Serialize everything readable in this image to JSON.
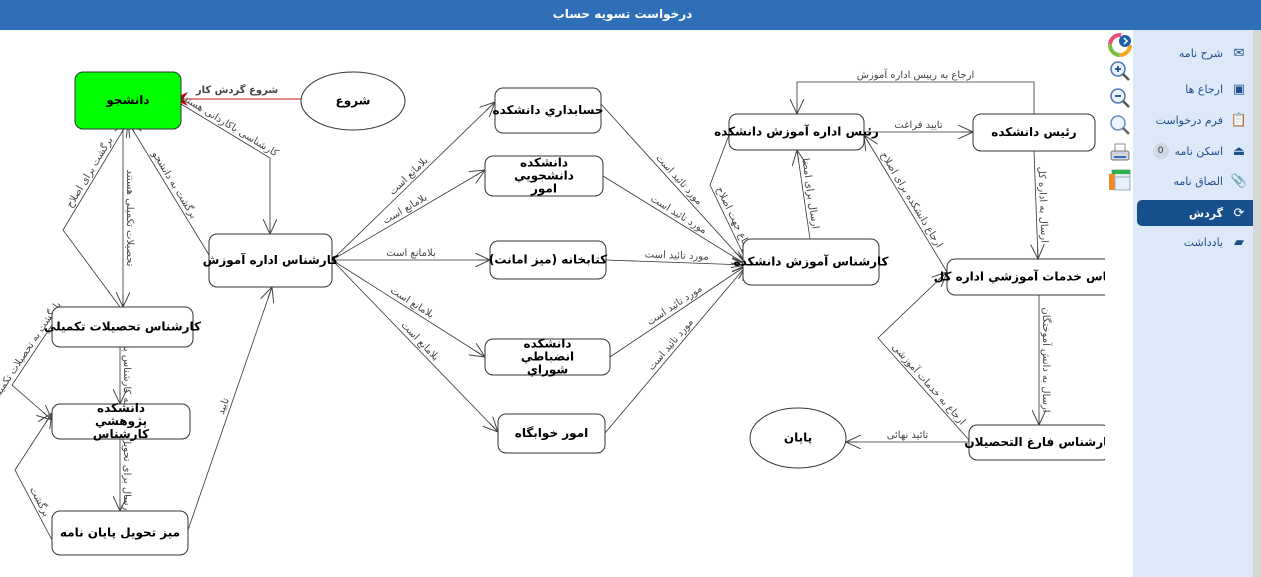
{
  "header": {
    "title": "درخواست تسویه حساب"
  },
  "sidebar": {
    "items": [
      {
        "label": "شرح نامه",
        "icon": "envelope-icon"
      },
      {
        "label": "ارجاع ها",
        "icon": "inbox-icon"
      },
      {
        "label": "فرم درخواست",
        "icon": "clipboard-icon"
      },
      {
        "label": "اسکن نامه",
        "icon": "scanner-icon",
        "badge": "0"
      },
      {
        "label": "الصاق نامه",
        "icon": "paperclip-icon"
      },
      {
        "label": "گردش",
        "icon": "refresh-icon",
        "active": true
      },
      {
        "label": "یادداشت",
        "icon": "note-icon"
      }
    ]
  },
  "toolbar": [
    "logo-icon",
    "zoom-in-icon",
    "zoom-out-icon",
    "zoom-fit-icon",
    "print-icon",
    "window-icon"
  ],
  "colors": {
    "header": "#2f6fb8",
    "active": "#174f8c",
    "start_node": "#00ff00",
    "start_edge": "#c00000"
  },
  "nodes": {
    "student": "دانشجو",
    "start": "شروع",
    "edu_expert": "کارشناس اداره آموزش",
    "accounting": "حسابداري دانشکده",
    "student_affairs": [
      "دانشکده",
      "دانشجويي",
      "امور"
    ],
    "library": "کتابخانه (میز امانت)",
    "discipline": [
      "دانشکده",
      "انضباطي",
      "شوراي"
    ],
    "dorm": "امور خوابگاه",
    "edu_head": "رئیس اداره آموزش دانشکده",
    "faculty_edu_expert": "کارشناس آموزش دانشکده",
    "dean": "رئیس دانشکده",
    "general_services": "کارشناس خدمات آموزشي اداره کل",
    "graduates": "کارشناس فارغ التحصیلان",
    "end": "پایان",
    "grad_studies": "کارشناس تحصیلات تکمیلي",
    "research": [
      "دانشکده",
      "پژوهشي",
      "کارشناس"
    ],
    "thesis_desk": "میز تحویل پایان نامه"
  },
  "edges": [
    "شروع گردش کار",
    "کارشناسی باکاردانی هستند",
    "برگشت به دانشجو",
    "تحصیلات تکمیلی هستند",
    "برگشت برای اصلاح",
    "ارسال به کارشناس پژوهشی",
    "بازگشت به تحصیلات تکمیلی",
    "ارسال برای تحویل",
    "برگشت",
    "تایید",
    "بلامانع است",
    "بلامانع است",
    "بلامانع است",
    "بلامانع است",
    "بلامانع است",
    "مورد تائید است",
    "مورد تائید است",
    "مورد تائید است",
    "مورد تائید است",
    "مورد تائید است",
    "ارسال برای امضا",
    "ارجاع جهت اصلاح",
    "تایید فراغت",
    "ارجاع به رییس اداره آموزش",
    "ارسال به اداره کل",
    "ارجاع دانشکده برای اصلاح",
    "ارسال به دانش آموختگان",
    "ارجاع به خدمات آموزشی",
    "تائید نهائی"
  ]
}
